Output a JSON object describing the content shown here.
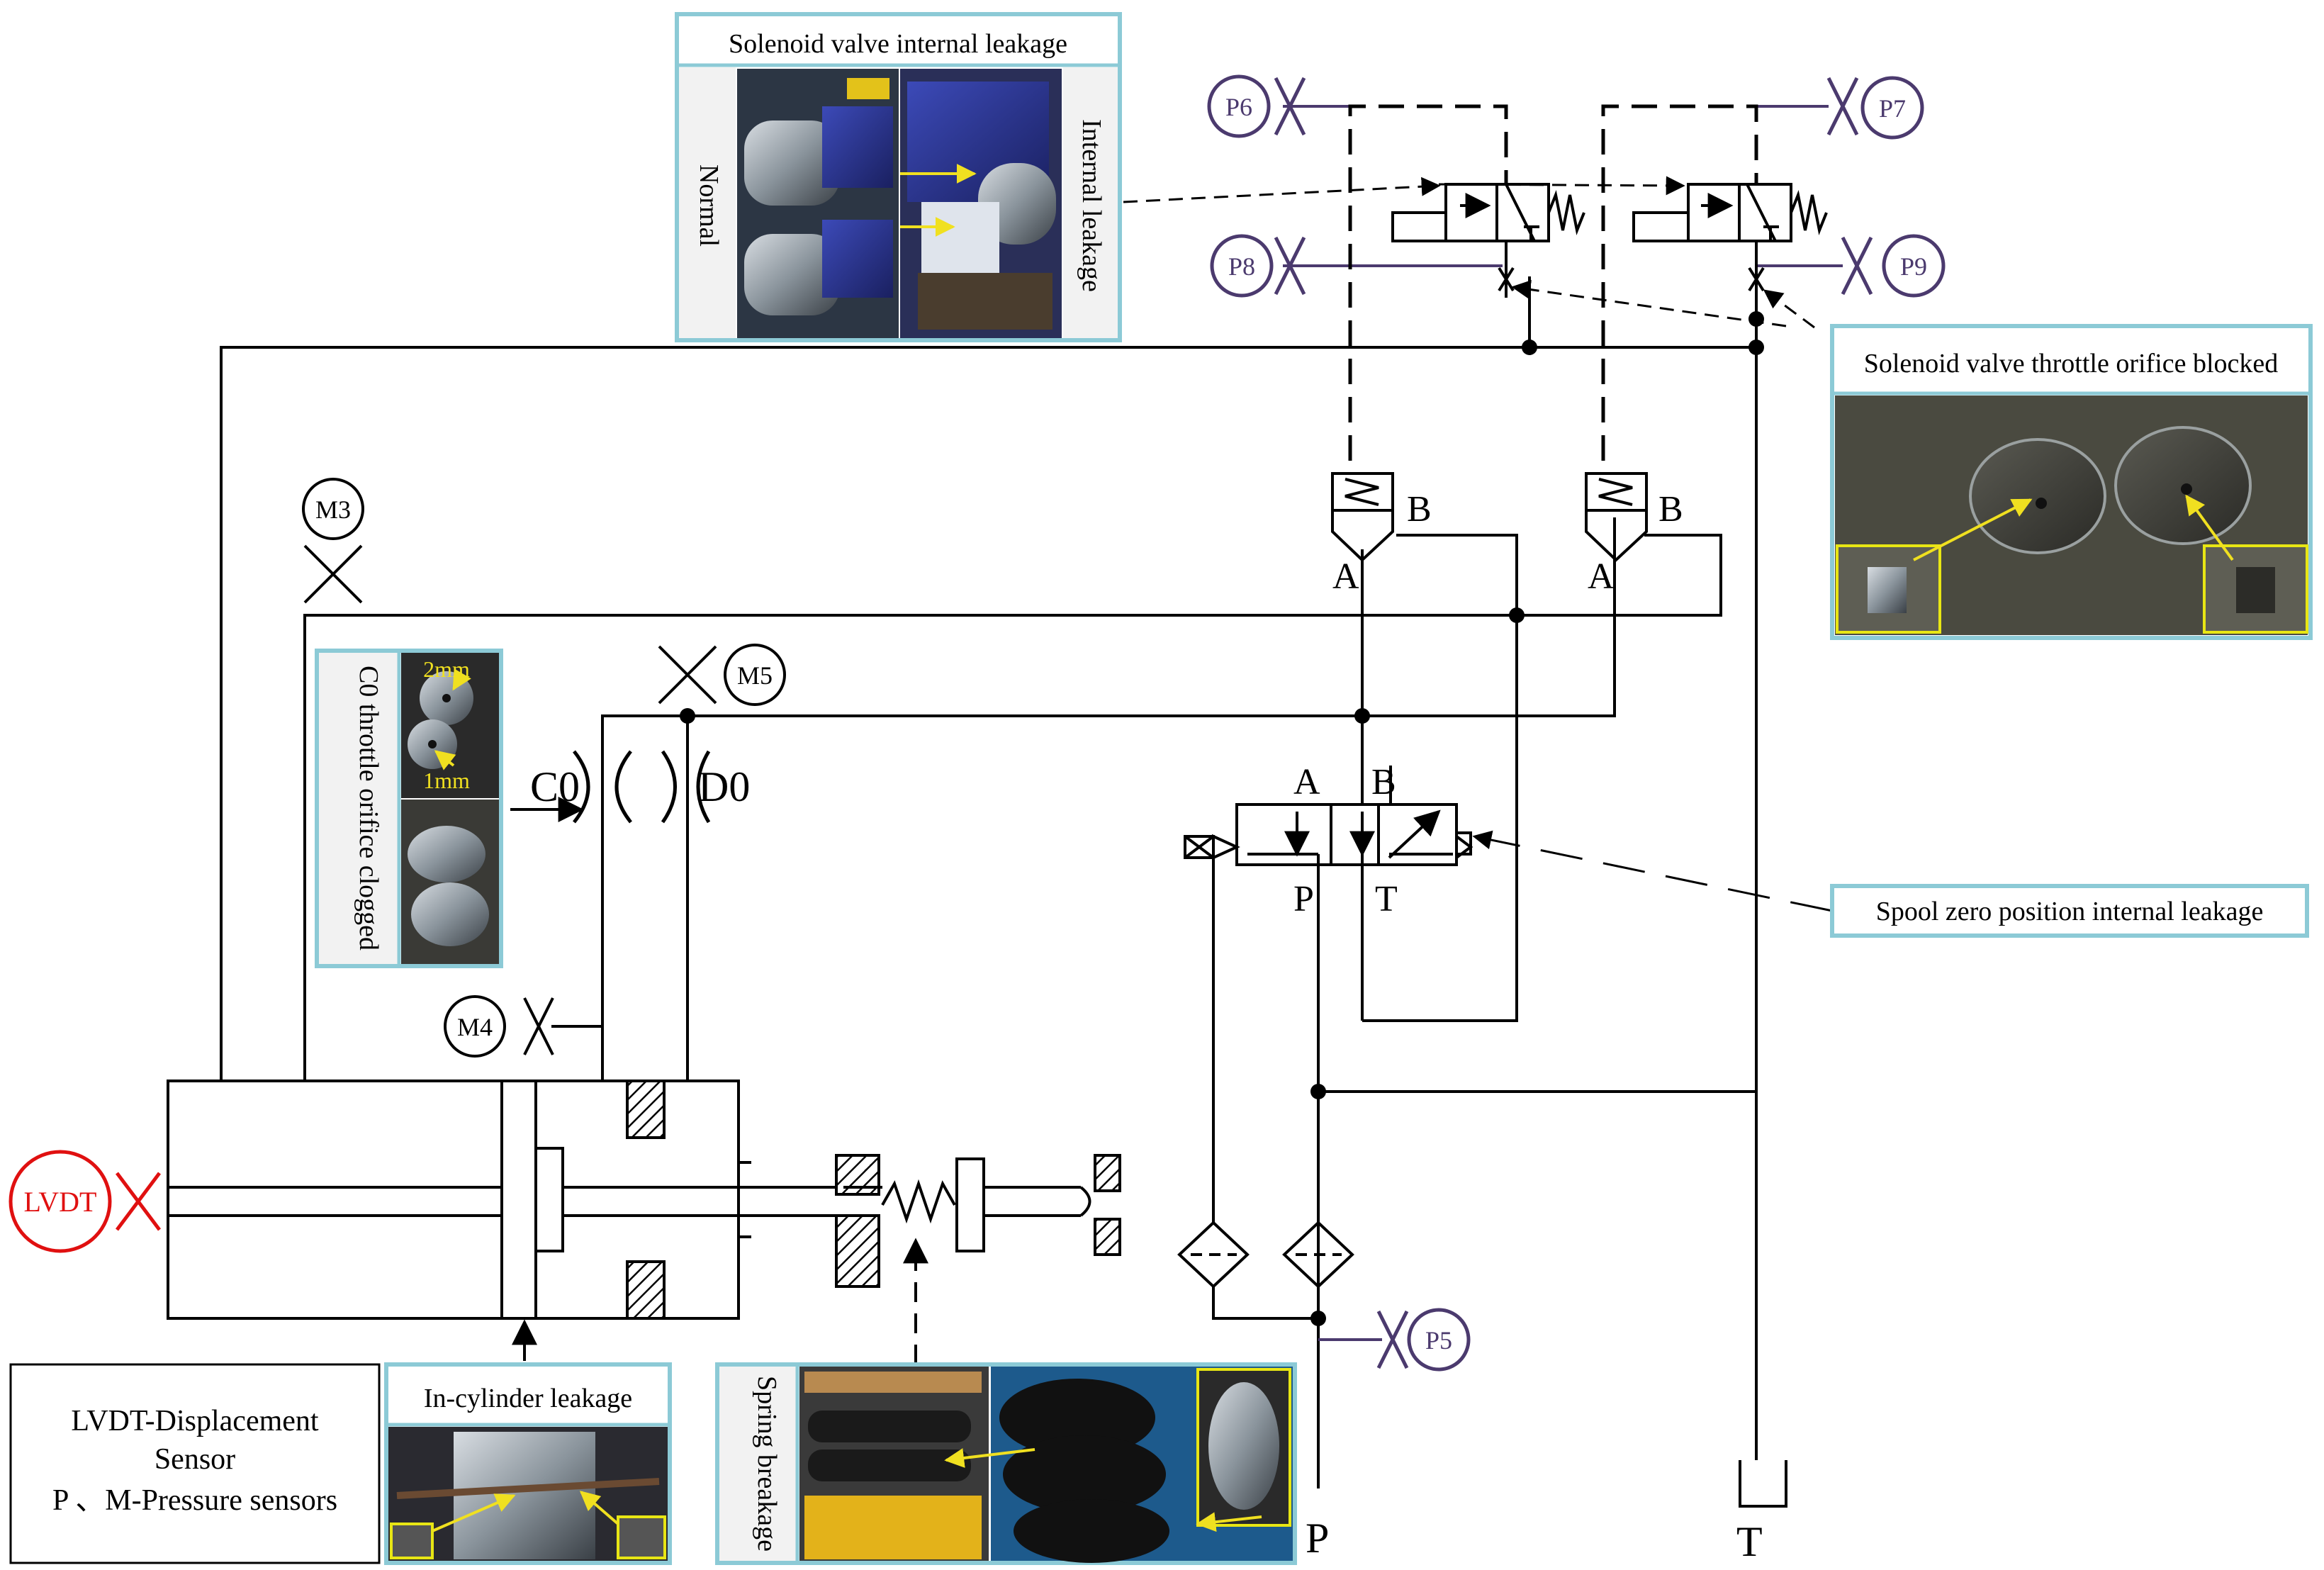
{
  "sensors": {
    "p5": "P5",
    "p6": "P6",
    "p7": "P7",
    "p8": "P8",
    "p9": "P9",
    "m3": "M3",
    "m4": "M4",
    "m5": "M5",
    "lvdt": "LVDT"
  },
  "ports": {
    "a": "A",
    "b": "B",
    "p": "P",
    "t": "T",
    "c0": "C0",
    "d0": "D0"
  },
  "faults": {
    "solenoid_internal": {
      "title": "Solenoid valve internal leakage",
      "left_label": "Normal",
      "right_label": "Internal leakage"
    },
    "solenoid_throttle": {
      "title": "Solenoid valve throttle orifice blocked"
    },
    "c0_throttle": {
      "title": "C0 throttle orifice clogged",
      "size_top": "2mm",
      "size_bottom": "1mm"
    },
    "spool_zero": {
      "title": "Spool zero position internal leakage"
    },
    "in_cylinder": {
      "title": "In-cylinder leakage"
    },
    "spring": {
      "title": "Spring breakage"
    }
  },
  "legend": {
    "line1": "LVDT-Displacement",
    "line2": "Sensor",
    "line3": "P 、M-Pressure sensors"
  },
  "colors": {
    "line": "#000000",
    "sensor_purple": "#4b3a6e",
    "lvdt_red": "#e01010",
    "box_border": "#8ccad6",
    "photo_frame": "#e8e614",
    "annotation_yellow": "#f0e020"
  }
}
